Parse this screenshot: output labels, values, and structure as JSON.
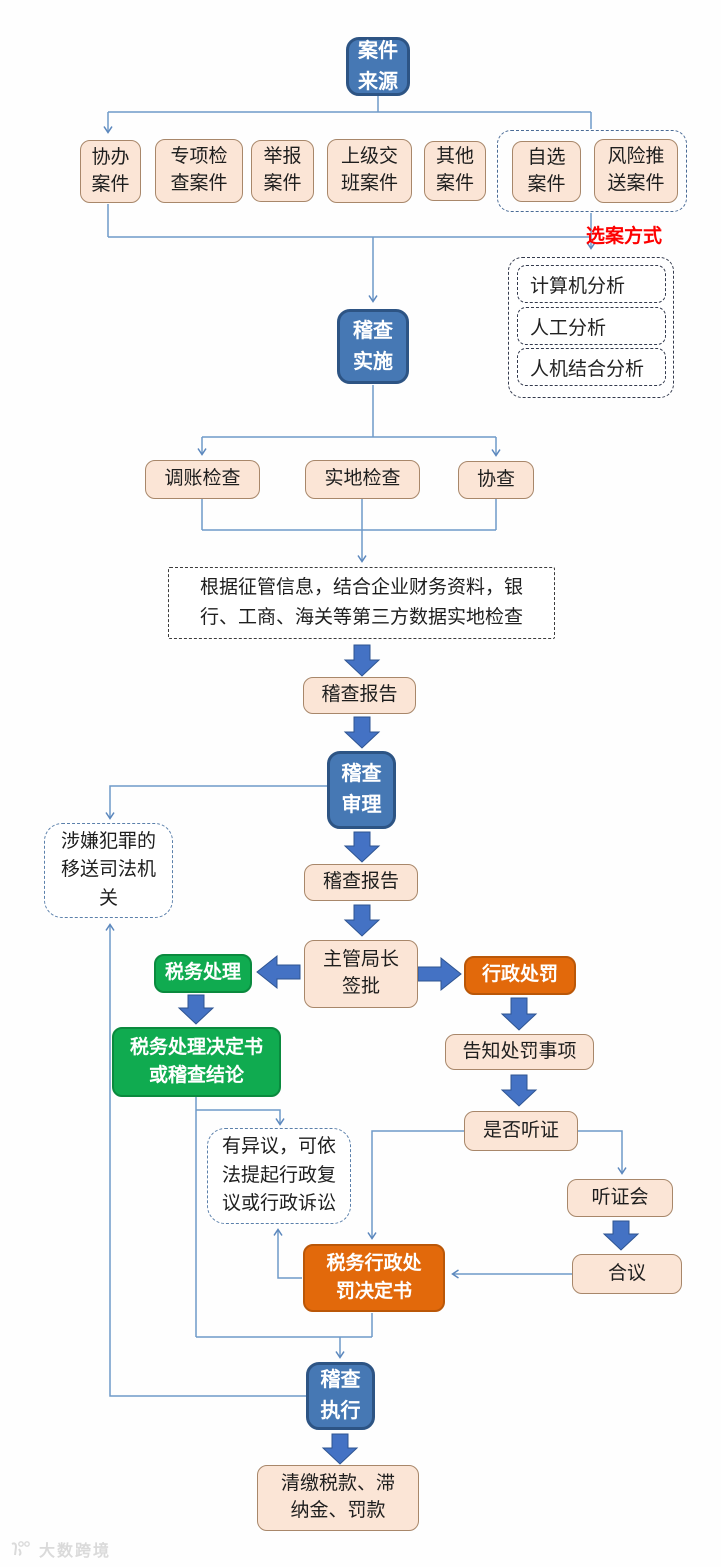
{
  "colors": {
    "blue_node_fill": "#4678b4",
    "blue_node_border": "#2d5484",
    "green_node_fill": "#10ab50",
    "green_node_border": "#0a8a3e",
    "orange_node_fill": "#e2690b",
    "orange_node_border": "#ba5708",
    "peach_node_fill": "#fbe5d6",
    "peach_node_border": "#a8876a",
    "block_arrow": "#4472c4",
    "thin_line": "#6f9ac8",
    "red_label": "#fd0000"
  },
  "nodes": {
    "case_source": "案件\n来源",
    "assist_case": "协办\n案件",
    "special_check_case": "专项检\n查案件",
    "report_case": "举报\n案件",
    "superior_case": "上级交\n班案件",
    "other_case": "其他\n案件",
    "self_select_case": "自选\n案件",
    "risk_push_case": "风险推\n送案件",
    "selection_method_label": "选案方式",
    "computer_analysis": "计算机分析",
    "manual_analysis": "人工分析",
    "combined_analysis": "人机结合分析",
    "audit_implement": "稽查\n实施",
    "account_check": "调账检查",
    "field_check": "实地检查",
    "assist_check": "协查",
    "check_note": "根据征管信息，结合企业财务资料，银\n行、工商、海关等第三方数据实地检查",
    "audit_report_1": "稽查报告",
    "audit_review": "稽查\n审理",
    "judicial_transfer": "涉嫌犯罪的\n移送司法机\n关",
    "audit_report_2": "稽查报告",
    "director_approval": "主管局长\n签批",
    "tax_treatment": "税务处理",
    "admin_penalty": "行政处罚",
    "treatment_decision": "税务处理决定书\n或稽查结论",
    "notify_penalty": "告知处罚事项",
    "hearing_or_not": "是否听证",
    "objection_note": "有异议，可依\n法提起行政复\n议或行政诉讼",
    "hearing_meeting": "听证会",
    "deliberation": "合议",
    "penalty_decision": "税务行政处\n罚决定书",
    "audit_execute": "稽查\n执行",
    "pay_up": "清缴税款、滞\n纳金、罚款"
  },
  "watermark": "大数跨境"
}
